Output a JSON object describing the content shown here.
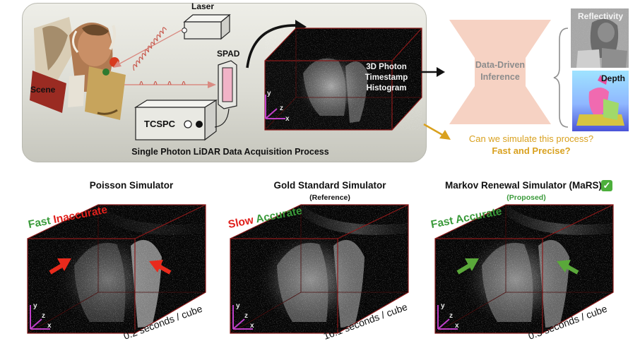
{
  "top": {
    "labels": {
      "laser": "Laser",
      "spad": "SPAD",
      "scene": "Scene",
      "tcspc": "TCSPC",
      "process": "Single Photon LiDAR Data Acquisition Process",
      "histogram": "3D Photon Timestamp Histogram",
      "inference": "Data-Driven Inference",
      "reflectivity": "Reflectivity",
      "depth": "Depth"
    },
    "question": {
      "line1": "Can we simulate this process?",
      "line2": "Fast and Precise?"
    },
    "colors": {
      "inference_fill": "#f6d2c3",
      "question": "#d9a11f",
      "cube_edge": "#8b1a1a"
    }
  },
  "simulators": [
    {
      "title": "Poisson Simulator",
      "subtitle": "",
      "speed": "Fast",
      "speed_color": "#3a9a3a",
      "accuracy": "Inaccurate",
      "accuracy_color": "#e0201c",
      "time": "0.2 seconds / cube",
      "arrow_color": "#e82a1c"
    },
    {
      "title": "Gold Standard Simulator",
      "subtitle": "(Reference)",
      "speed": "Slow",
      "speed_color": "#e0201c",
      "accuracy": "Accurate",
      "accuracy_color": "#3a9a3a",
      "time": "16.1 seconds / cube",
      "arrow_color": ""
    },
    {
      "title": "Markov Renewal Simulator (MaRS)",
      "subtitle": "(Proposed)",
      "speed": "Fast",
      "speed_color": "#3a9a3a",
      "accuracy": "Accurate",
      "accuracy_color": "#3a9a3a",
      "time": "0.3 seconds / cube",
      "arrow_color": "#5aa83a",
      "checkmark": "✓"
    }
  ],
  "axes": {
    "x": "x",
    "y": "y",
    "z": "z"
  }
}
